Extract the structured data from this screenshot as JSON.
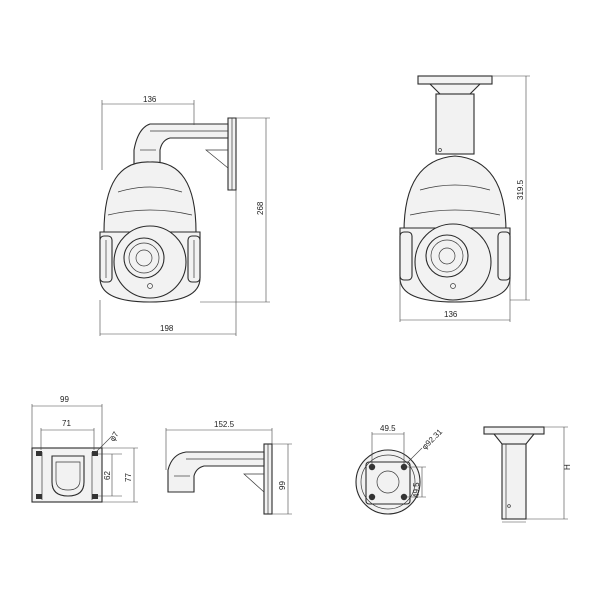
{
  "dimensions": {
    "side_bracket_width": "136",
    "side_total_height": "268",
    "side_total_width": "198",
    "pendant_total_height": "319.5",
    "pendant_width": "136",
    "plate_width": "99",
    "plate_hole_spacing_x": "71",
    "plate_hole_diameter": "φ7",
    "plate_hole_spacing_y": "62",
    "plate_height": "77",
    "arm_length": "152.5",
    "arm_plate_height": "99",
    "flange_hole_spacing_x": "49.5",
    "flange_pcd": "φ92.31",
    "flange_hole_spacing_y": "49.5",
    "pendant_mount_height": "H"
  }
}
